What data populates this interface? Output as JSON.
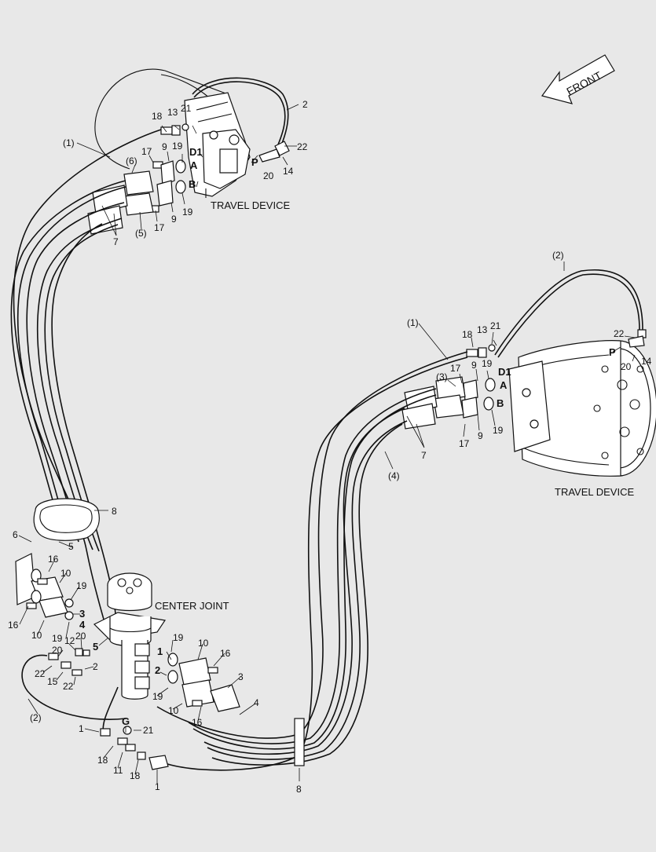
{
  "direction_label": "FRONT",
  "captions": {
    "travel_device_upper": "TRAVEL DEVICE",
    "travel_device_lower": "TRAVEL DEVICE",
    "center_joint": "CENTER JOINT"
  },
  "upper_motor": {
    "labels": {
      "n2": "2",
      "n22": "22",
      "n14": "14",
      "n20": "20",
      "p": "P",
      "n21": "21",
      "n13": "13",
      "n18": "18",
      "n1p": "(1)",
      "n9a": "9",
      "n19a": "19",
      "d1": "D1",
      "a": "A",
      "b": "B",
      "n17a": "17",
      "n6p": "(6)",
      "n5p": "(5)",
      "n7": "7",
      "n17b": "17",
      "n9b": "9",
      "n19b": "19"
    }
  },
  "lower_motor": {
    "labels": {
      "n2p": "(2)",
      "n1p": "(1)",
      "n18": "18",
      "n13": "13",
      "n21": "21",
      "n22": "22",
      "p": "P",
      "n20": "20",
      "n14": "14",
      "n17a": "17",
      "n9a": "9",
      "n19a": "19",
      "d1": "D1",
      "a": "A",
      "b": "B",
      "n3p": "(3)",
      "n7": "7",
      "n19b": "19",
      "n9b": "9",
      "n17b": "17",
      "n4p": "(4)"
    }
  },
  "center_joint": {
    "labels": {
      "n8a": "8",
      "n6": "6",
      "n5": "5",
      "n16a": "16",
      "n10a": "10",
      "n19a": "19",
      "p3": "3",
      "p4": "4",
      "n16b": "16",
      "n10b": "10",
      "n19b": "19",
      "n12": "12",
      "n20a": "20",
      "p5": "5",
      "n20b": "20",
      "n22a": "22",
      "n15": "15",
      "n22b": "22",
      "n2": "2",
      "n2p": "(2)",
      "n19c": "19",
      "p1": "1",
      "p2": "2",
      "n10c": "10",
      "n16c": "16",
      "n3": "3",
      "n4": "4",
      "n19d": "19",
      "n10d": "10",
      "n16d": "16",
      "g": "G",
      "n21": "21",
      "n1a": "1",
      "n18a": "18",
      "n11": "11",
      "n18b": "18",
      "n1b": "1",
      "n8b": "8"
    }
  }
}
